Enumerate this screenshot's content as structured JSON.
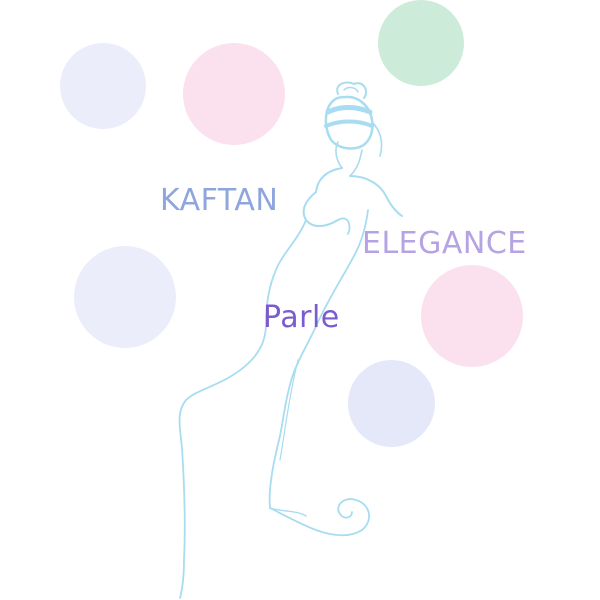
{
  "logo": {
    "word_1": "KAFTAN",
    "word_2": "ELEGANCE",
    "word_3": "Parle"
  },
  "colors": {
    "background": "#ffffff",
    "kaftan_text": "#8fa6dc",
    "elegance_text": "#b6a3e3",
    "parle_text": "#7b5ccf",
    "figure_stroke": "#a8dcf0",
    "dot_lavender": "#ecedfa",
    "dot_pink": "#fbe0ee",
    "dot_mint": "#cdebd9",
    "dot_periwinkle": "#e4e8f8"
  }
}
